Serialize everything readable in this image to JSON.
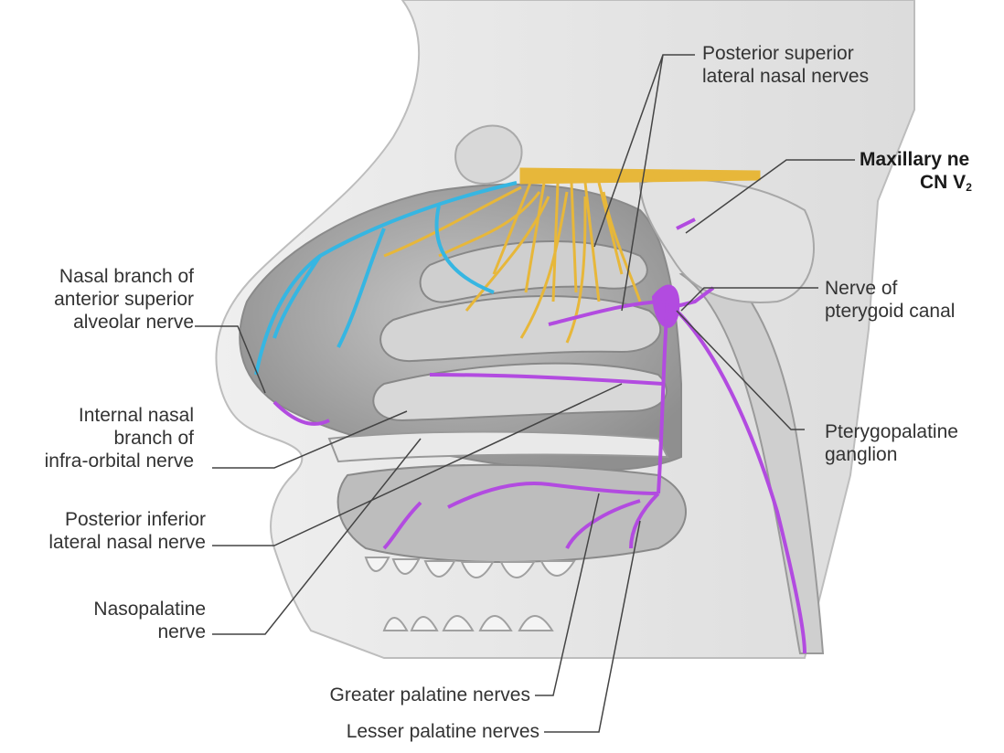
{
  "colors": {
    "olfactory": "#e7b73a",
    "anterior_nerve": "#36b6e2",
    "palatine_nerve": "#b24be0",
    "tissue": "#9a9a9a",
    "bone": "#e6e6e6",
    "leader": "#444444"
  },
  "labels": {
    "posterior_superior": {
      "line1": "Posterior superior",
      "line2": "lateral nasal nerves"
    },
    "maxillary": {
      "line1": "Maxillary ne",
      "line2_main": "CN V",
      "line2_sub": "2"
    },
    "nerve_pterygoid": {
      "line1": "Nerve of",
      "line2": "pterygoid canal"
    },
    "pterygopalatine": {
      "line1": "Pterygopalatine",
      "line2": "ganglion"
    },
    "nasal_branch": {
      "line1": "Nasal branch of",
      "line2": "anterior superior",
      "line3": "alveolar nerve"
    },
    "internal_nasal": {
      "line1": "Internal nasal",
      "line2": "branch of",
      "line3": "infra-orbital nerve"
    },
    "posterior_inferior": {
      "line1": "Posterior inferior",
      "line2": "lateral nasal nerve"
    },
    "nasopalatine": {
      "line1": "Nasopalatine",
      "line2": "nerve"
    },
    "greater_palatine": {
      "line1": "Greater palatine nerves"
    },
    "lesser_palatine": {
      "line1": "Lesser palatine nerves"
    }
  }
}
